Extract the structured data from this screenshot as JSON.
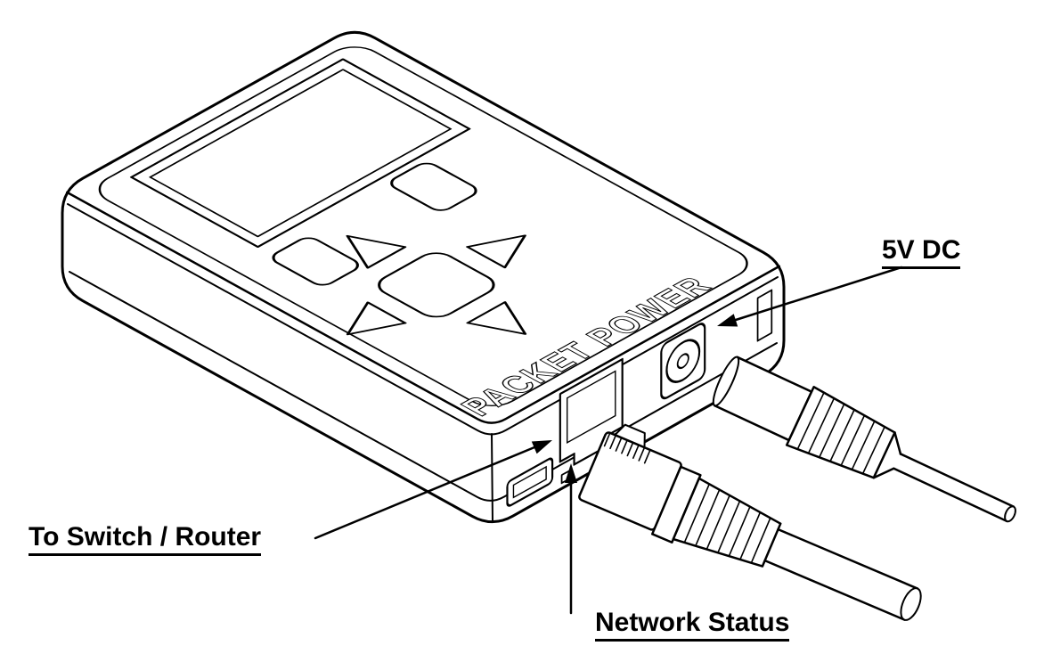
{
  "diagram": {
    "brand": "PACKET POWER",
    "callouts": {
      "power": "5V DC",
      "switch_router": "To Switch / Router",
      "network_status": "Network Status"
    },
    "colors": {
      "line": "#000000",
      "background": "#ffffff"
    }
  }
}
